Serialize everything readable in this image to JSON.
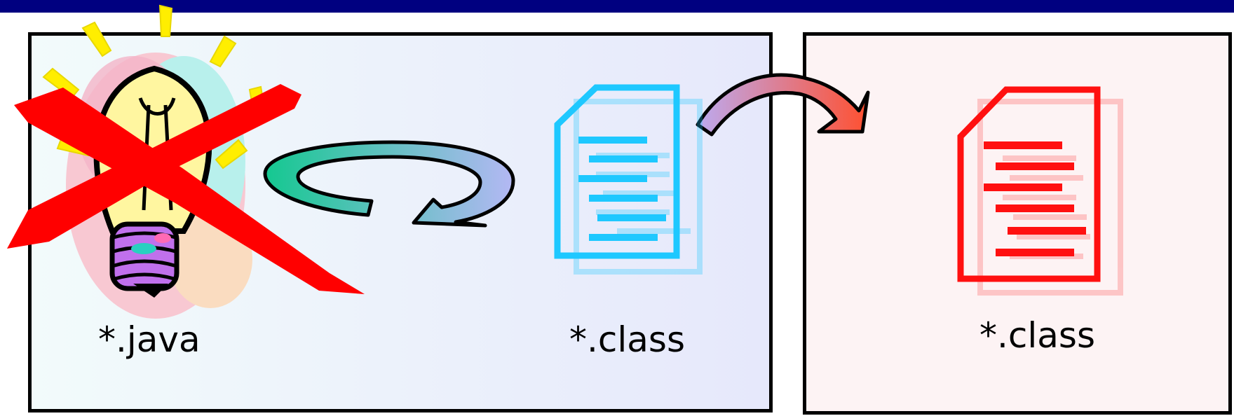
{
  "colors": {
    "top_bar": "#000080",
    "left_panel_gradient_start": "#f2fbfb",
    "left_panel_gradient_end": "#e6e8fb",
    "right_panel_fill": "#fdf3f4",
    "panel_border": "#000000",
    "class_file_left": "#1ec8ff",
    "class_file_right": "#ff1010",
    "cross_mark": "#ff0000",
    "loop_arrow_start": "#14c890",
    "loop_arrow_end": "#b4b8f4",
    "transfer_arrow_start": "#bcaaf0",
    "transfer_arrow_end": "#ff5030"
  },
  "icons": {
    "source": "lightbulb-icon",
    "crossed_out": "cross-mark-icon",
    "cycle": "loop-arrow-icon",
    "transfer": "curved-arrow-icon",
    "compiled": "document-icon"
  },
  "labels": {
    "java": "*.java",
    "class_left": "*.class",
    "class_right": "*.class"
  }
}
